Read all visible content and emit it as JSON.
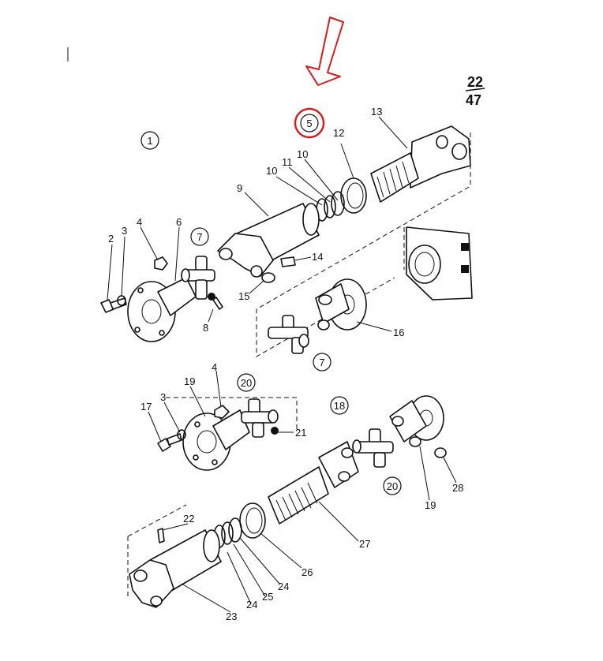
{
  "page_ref": {
    "top": "22",
    "bottom": "47"
  },
  "callouts": {
    "c1": "1",
    "c5": "5",
    "c7a": "7",
    "c7b": "7",
    "c18": "18",
    "c20a": "20",
    "c20b": "20"
  },
  "labels": {
    "p2": "2",
    "p3a": "3",
    "p4a": "4",
    "p6": "6",
    "p8": "8",
    "p9": "9",
    "p10a": "10",
    "p10b": "10",
    "p11": "11",
    "p12": "12",
    "p13": "13",
    "p14": "14",
    "p15": "15",
    "p16": "16",
    "p17": "17",
    "p3b": "3",
    "p19a": "19",
    "p4b": "4",
    "p21": "21",
    "p22": "22",
    "p23": "23",
    "p24a": "24",
    "p25": "25",
    "p24b": "24",
    "p26": "26",
    "p27": "27",
    "p19b": "19",
    "p28": "28"
  },
  "colors": {
    "highlight": "#d81b1b",
    "ink": "#111111"
  }
}
